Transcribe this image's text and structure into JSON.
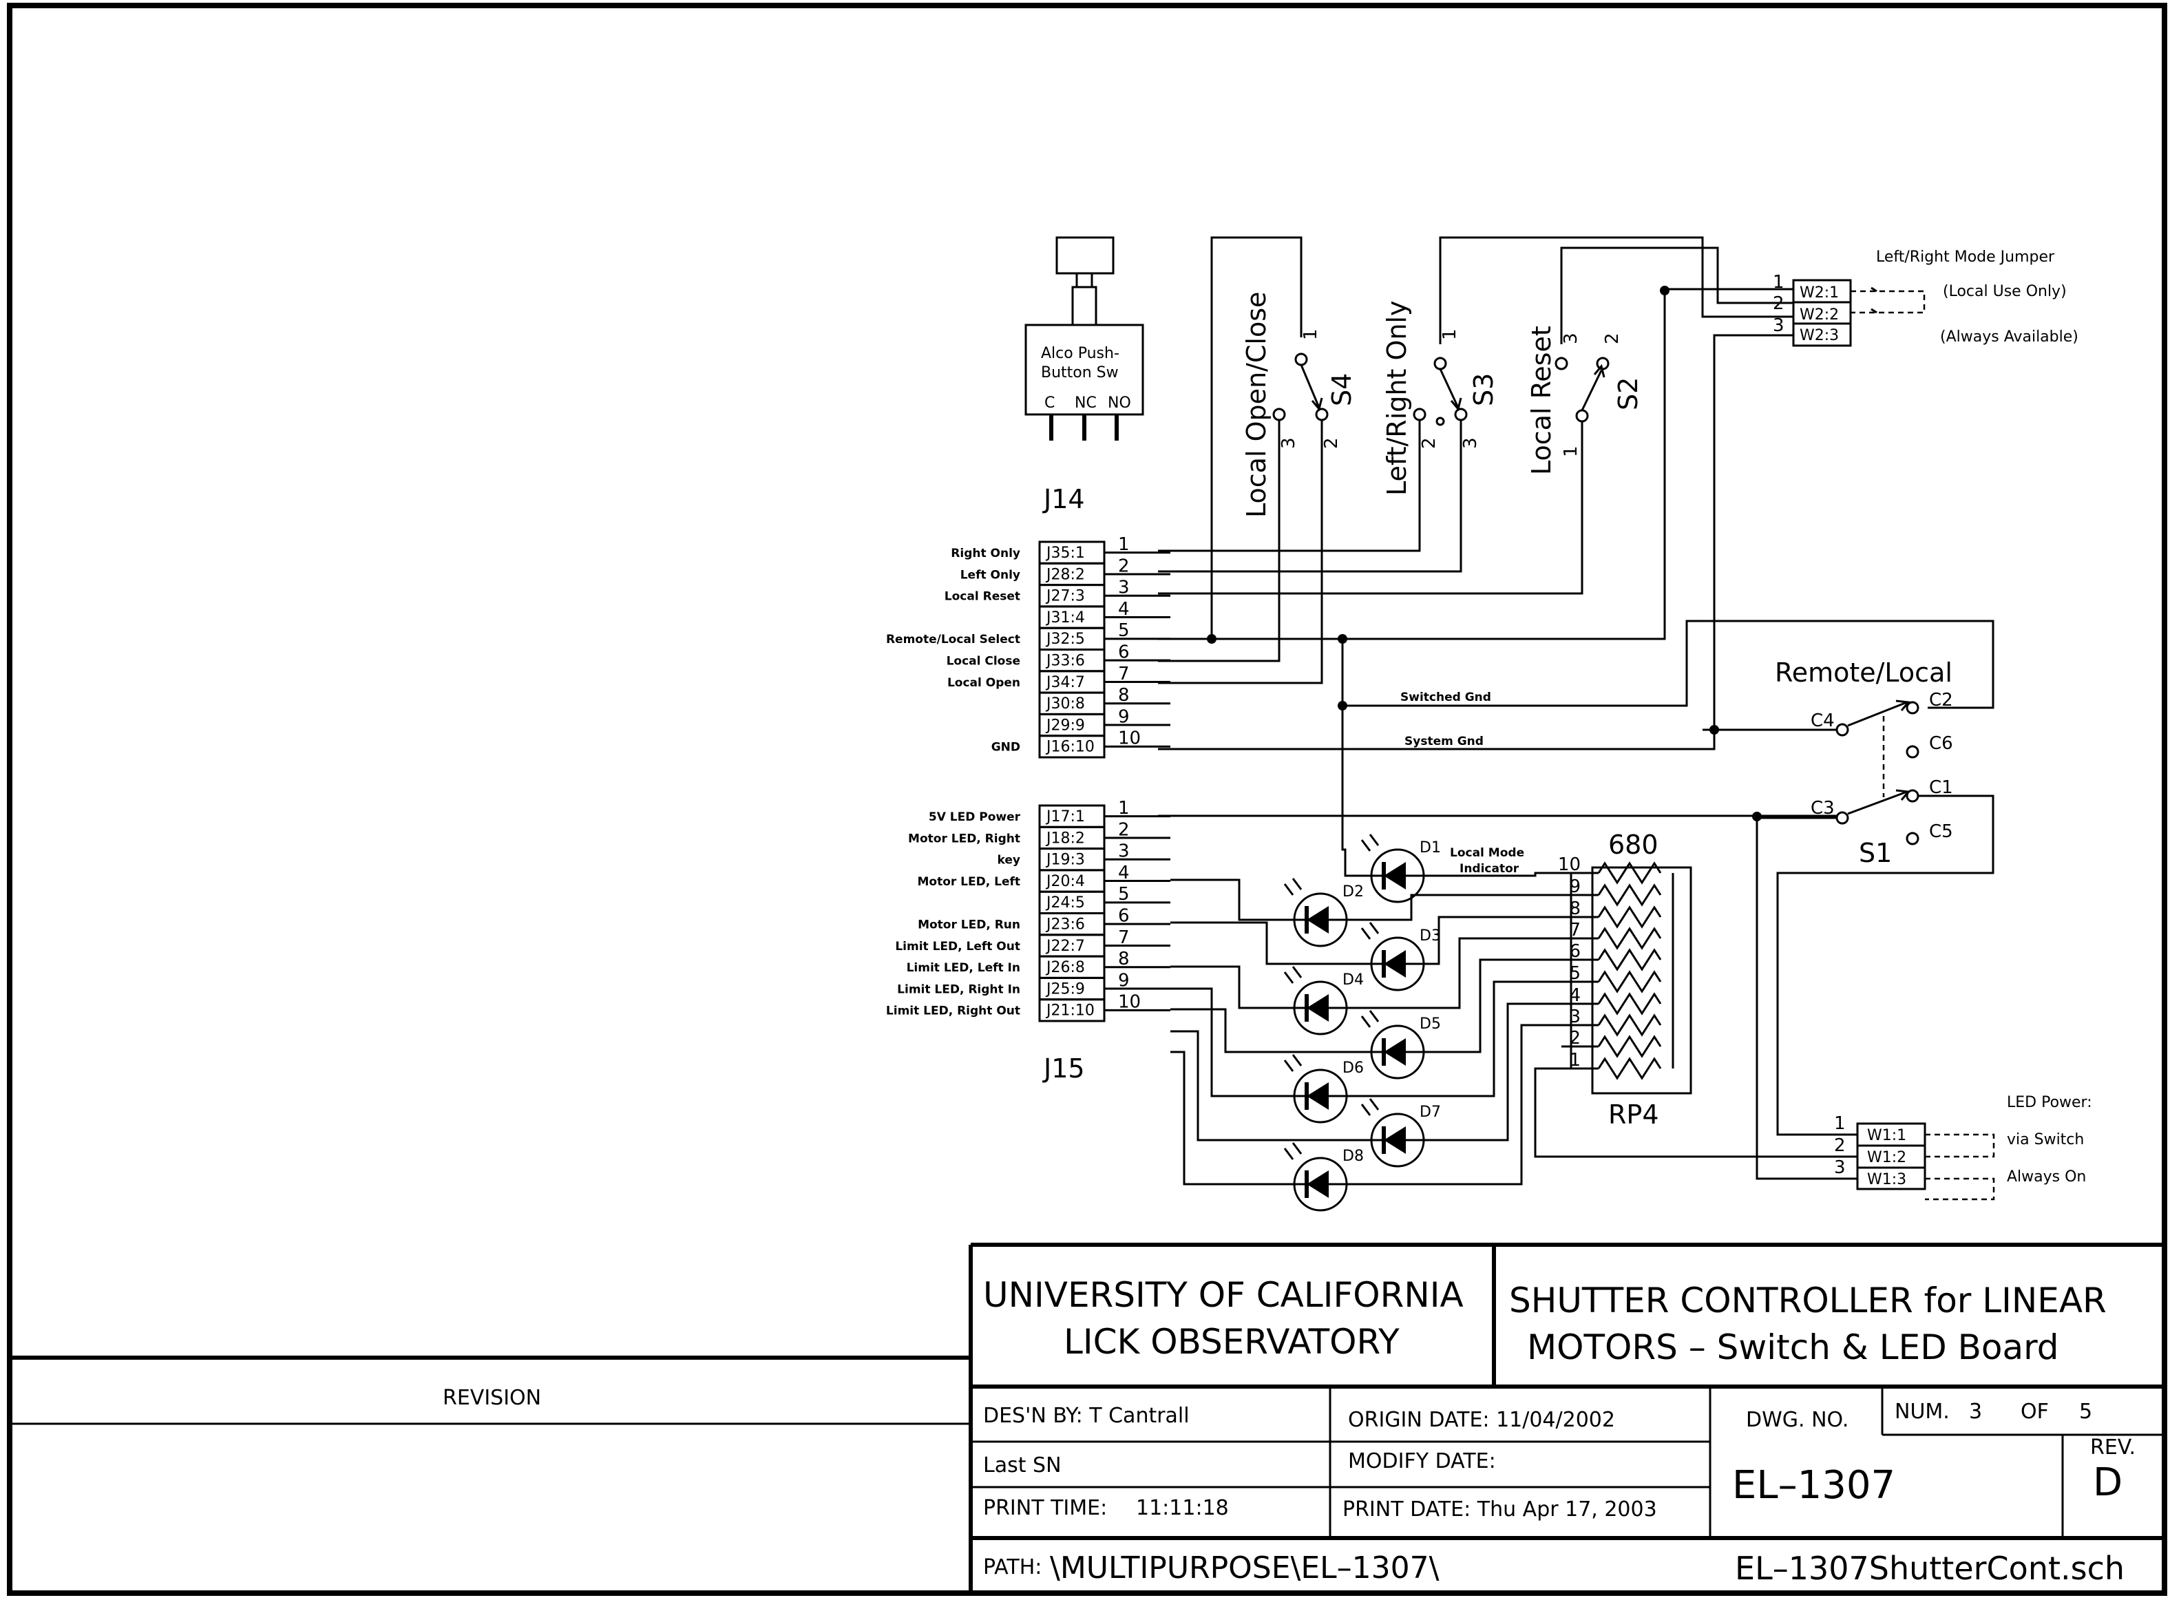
{
  "connector_J14": {
    "ref": "J14",
    "part_label": [
      "Alco Push-",
      "Button Sw"
    ],
    "part_pins": [
      "C",
      "NC",
      "NO"
    ],
    "pins": [
      {
        "num": "1",
        "ref": "J35:1",
        "signal": "Right Only"
      },
      {
        "num": "2",
        "ref": "J28:2",
        "signal": "Left Only"
      },
      {
        "num": "3",
        "ref": "J27:3",
        "signal": "Local Reset"
      },
      {
        "num": "4",
        "ref": "J31:4",
        "signal": ""
      },
      {
        "num": "5",
        "ref": "J32:5",
        "signal": "Remote/Local Select"
      },
      {
        "num": "6",
        "ref": "J33:6",
        "signal": "Local Close"
      },
      {
        "num": "7",
        "ref": "J34:7",
        "signal": "Local Open"
      },
      {
        "num": "8",
        "ref": "J30:8",
        "signal": ""
      },
      {
        "num": "9",
        "ref": "J29:9",
        "signal": ""
      },
      {
        "num": "10",
        "ref": "J16:10",
        "signal": "GND"
      }
    ]
  },
  "connector_J15": {
    "ref": "J15",
    "pins": [
      {
        "num": "1",
        "ref": "J17:1",
        "signal": "5V LED Power"
      },
      {
        "num": "2",
        "ref": "J18:2",
        "signal": "Motor LED, Right"
      },
      {
        "num": "3",
        "ref": "J19:3",
        "signal": "key"
      },
      {
        "num": "4",
        "ref": "J20:4",
        "signal": "Motor LED, Left"
      },
      {
        "num": "5",
        "ref": "J24:5",
        "signal": ""
      },
      {
        "num": "6",
        "ref": "J23:6",
        "signal": "Motor LED, Run"
      },
      {
        "num": "7",
        "ref": "J22:7",
        "signal": "Limit LED, Left Out"
      },
      {
        "num": "8",
        "ref": "J26:8",
        "signal": "Limit LED, Left In"
      },
      {
        "num": "9",
        "ref": "J25:9",
        "signal": "Limit LED, Right In"
      },
      {
        "num": "10",
        "ref": "J21:10",
        "signal": "Limit LED, Right Out"
      }
    ]
  },
  "switches": {
    "S4": {
      "ref": "S4",
      "label": "Local Open/Close",
      "pins": [
        "1",
        "2",
        "3"
      ]
    },
    "S3": {
      "ref": "S3",
      "label": "Left/Right Only",
      "pins": [
        "1",
        "2",
        "3"
      ]
    },
    "S2": {
      "ref": "S2",
      "label": "Local Reset",
      "pins": [
        "1",
        "2",
        "3"
      ]
    },
    "S1": {
      "ref": "S1",
      "label": "Remote/Local",
      "contacts": [
        "C2",
        "C4",
        "C6",
        "C3",
        "C1",
        "C5"
      ]
    }
  },
  "nets": {
    "switched_gnd": "Switched Gnd",
    "system_gnd": "System Gnd"
  },
  "jumper_W2": {
    "title": "Left/Right Mode Jumper",
    "pins": [
      {
        "num": "1",
        "ref": "W2:1"
      },
      {
        "num": "2",
        "ref": "W2:2"
      },
      {
        "num": "3",
        "ref": "W2:3"
      }
    ],
    "options": [
      "(Local Use Only)",
      "(Always Available)"
    ]
  },
  "jumper_W1": {
    "title": "LED Power:",
    "pins": [
      {
        "num": "1",
        "ref": "W1:1"
      },
      {
        "num": "2",
        "ref": "W1:2"
      },
      {
        "num": "3",
        "ref": "W1:3"
      }
    ],
    "options": [
      "via Switch",
      "Always On"
    ]
  },
  "resistor_pack": {
    "ref": "RP4",
    "value": "680",
    "pins": [
      "10",
      "9",
      "8",
      "7",
      "6",
      "5",
      "4",
      "3",
      "2",
      "1"
    ]
  },
  "leds": [
    {
      "ref": "D1",
      "note": [
        "Local Mode",
        "Indicator"
      ]
    },
    {
      "ref": "D2"
    },
    {
      "ref": "D3"
    },
    {
      "ref": "D4"
    },
    {
      "ref": "D5"
    },
    {
      "ref": "D6"
    },
    {
      "ref": "D7"
    },
    {
      "ref": "D8"
    }
  ],
  "title_block": {
    "org_line1": "UNIVERSITY OF CALIFORNIA",
    "org_line2": "LICK OBSERVATORY",
    "title_line1": "SHUTTER CONTROLLER for LINEAR",
    "title_line2": "MOTORS – Switch & LED Board",
    "designed_by": "DES'N BY: T Cantrall",
    "origin_date": "ORIGIN DATE: 11/04/2002",
    "last_sn": "Last SN",
    "modify_date": "MODIFY DATE:",
    "print_time_label": "PRINT TIME:",
    "print_time": "11:11:18",
    "print_date": "PRINT DATE:  Thu Apr 17, 2003",
    "path_label": "PATH:",
    "path": "\\MULTIPURPOSE\\EL–1307\\",
    "dwg_no_label": "DWG. NO.",
    "num_label": "NUM.",
    "num": "3",
    "of_label": "OF",
    "of": "5",
    "dwg_no": "EL–1307",
    "rev_label": "REV.",
    "rev": "D",
    "filename": "EL–1307ShutterCont.sch",
    "revision_label": "REVISION"
  }
}
